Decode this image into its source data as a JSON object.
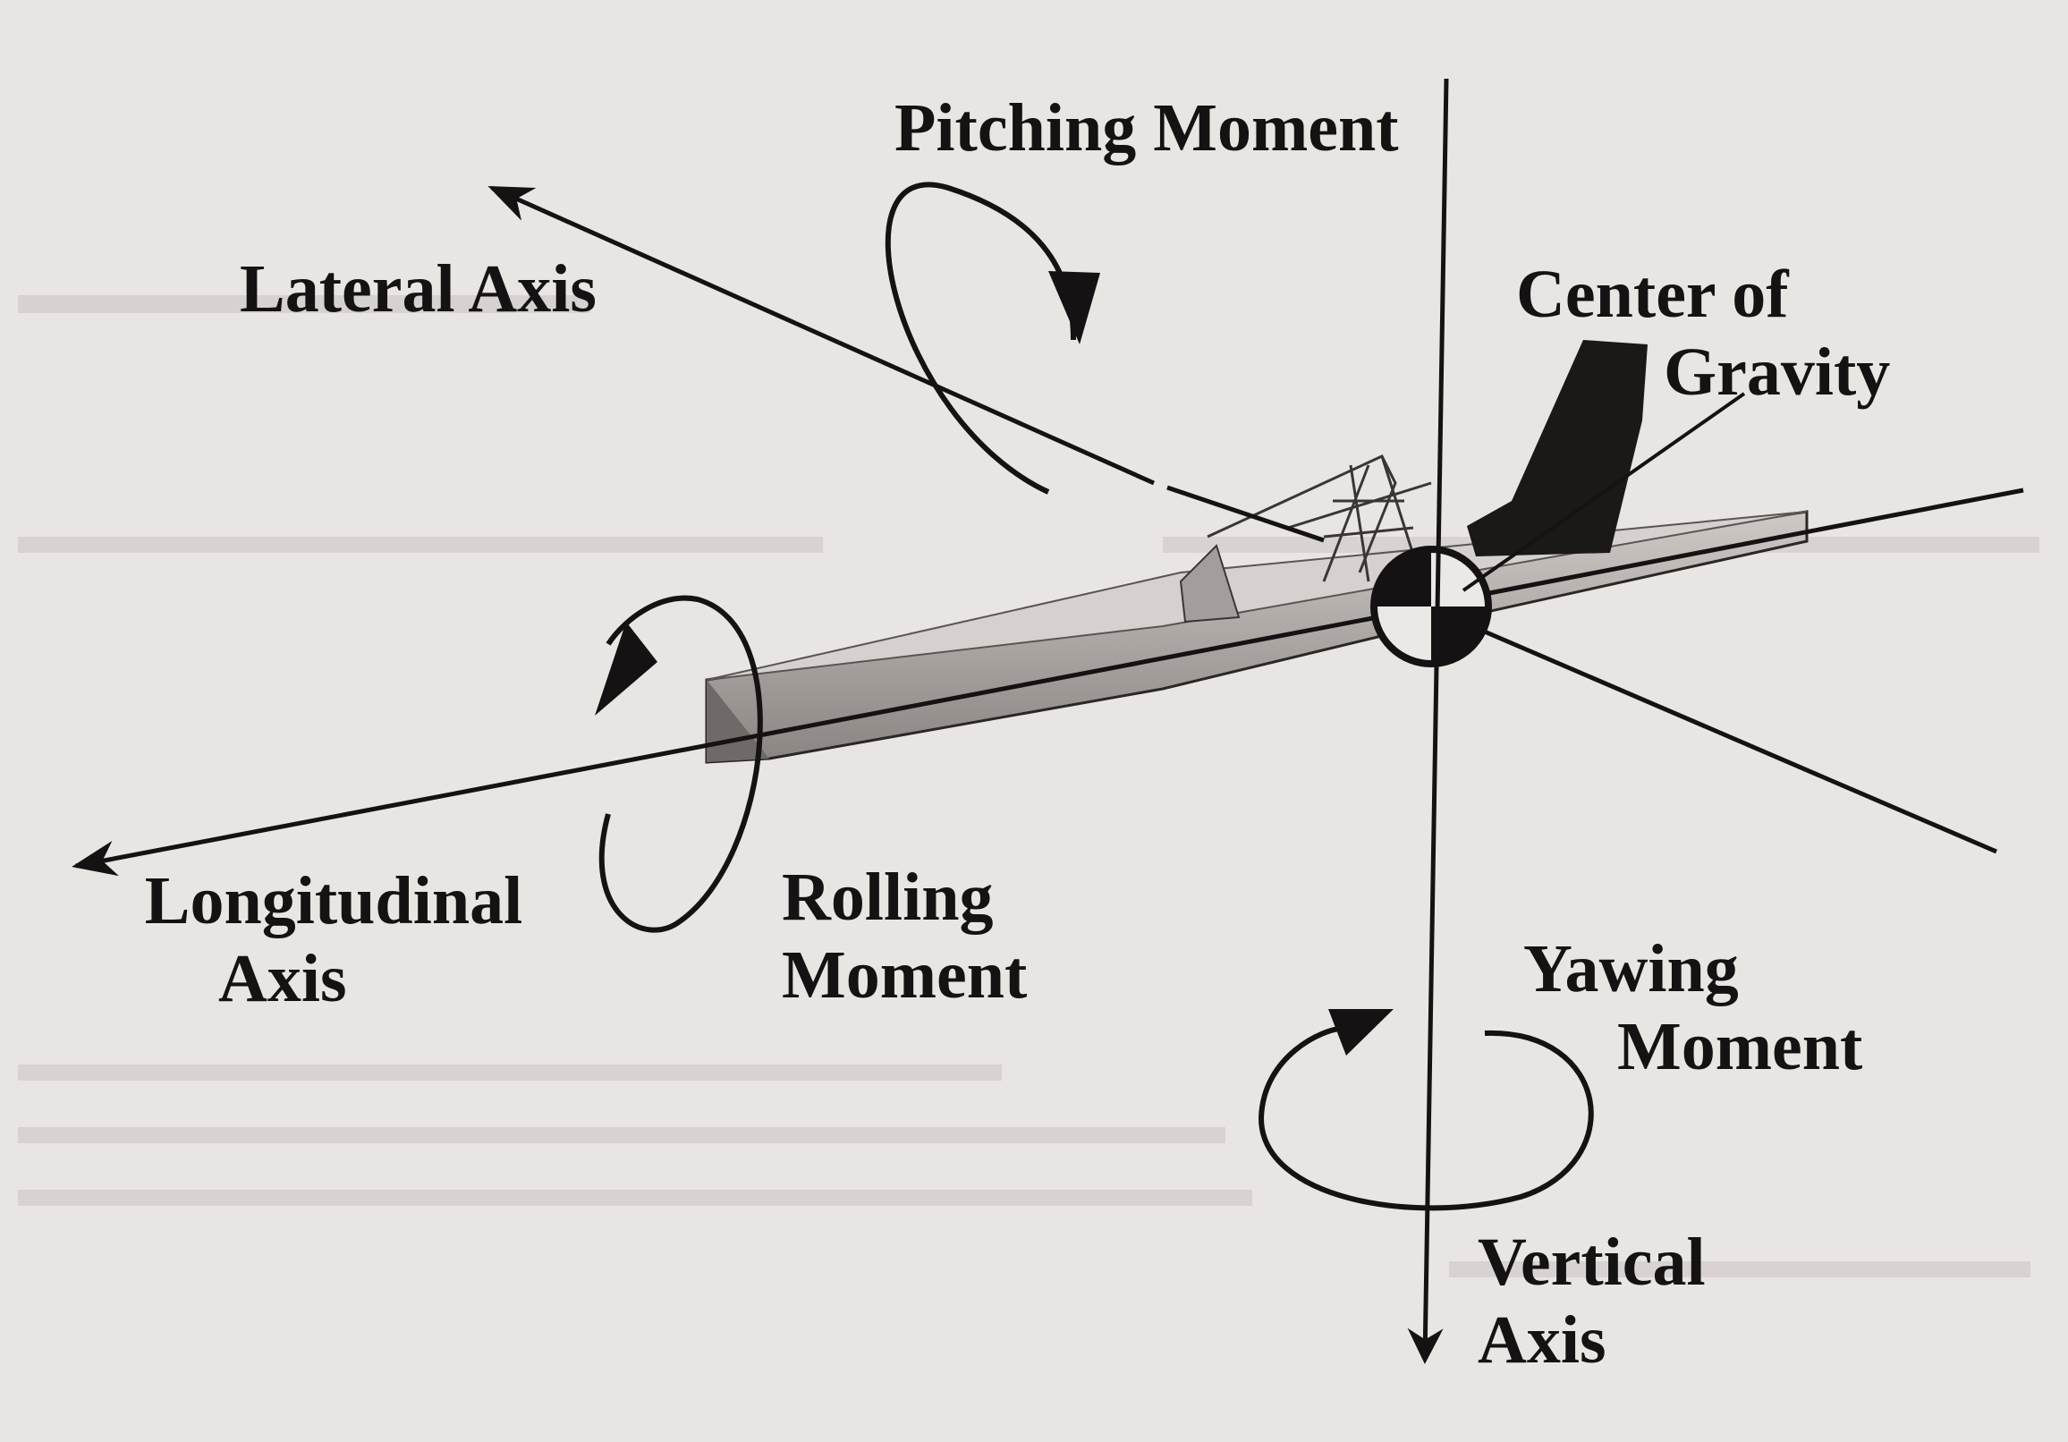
{
  "labels": {
    "pitching_moment": "Pitching Moment",
    "lateral_axis": "Lateral Axis",
    "center_of_gravity_line1": "Center of",
    "center_of_gravity_line2": "Gravity",
    "longitudinal_axis_line1": "Longitudinal",
    "longitudinal_axis_line2": "Axis",
    "rolling_moment_line1": "Rolling",
    "rolling_moment_line2": "Moment",
    "yawing_moment_line1": "Yawing",
    "yawing_moment_line2": "Moment",
    "vertical_axis_line1": "Vertical",
    "vertical_axis_line2": "Axis"
  },
  "colors": {
    "paper": "#e9e5e3",
    "ink": "#141212",
    "wing": "#8f8a88",
    "wing_light": "#d8d3d0",
    "show_through": "#b9b3b2"
  }
}
